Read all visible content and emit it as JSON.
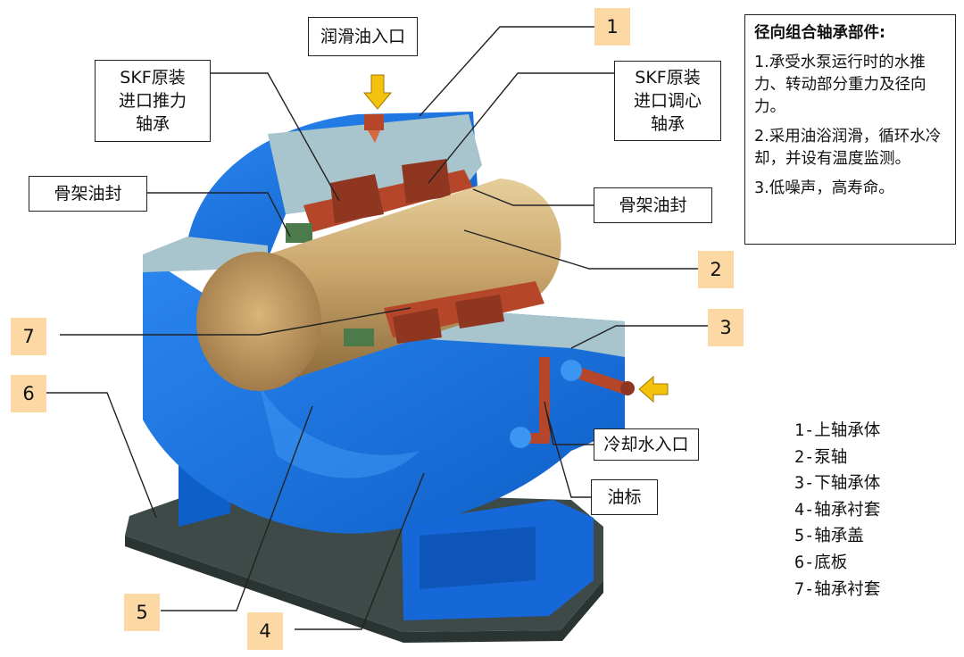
{
  "callouts": {
    "oil_inlet": "润滑油入口",
    "skf_thrust": "SKF原装\n进口推力\n轴承",
    "skf_self_align": "SKF原装\n进口调心\n轴承",
    "oil_seal_left": "骨架油封",
    "oil_seal_right": "骨架油封",
    "cooling_water_inlet": "冷却水入口",
    "oil_gauge": "油标"
  },
  "number_tags": [
    "1",
    "2",
    "3",
    "4",
    "5",
    "6",
    "7"
  ],
  "description": {
    "title": "径向组合轴承部件:",
    "items": [
      "1.承受水泵运行时的水推力、转动部分重力及径向力。",
      "2.采用油浴润滑，循环水冷却，并设有温度监测。",
      "3.低噪声，高寿命。"
    ]
  },
  "legend": [
    "1-上轴承体",
    "2-泵轴",
    "3-下轴承体",
    "4-轴承衬套",
    "5-轴承盖",
    "6-底板",
    "7-轴承衬套"
  ],
  "colors": {
    "housing_blue": "#1a73e6",
    "housing_dark_blue": "#0d55b8",
    "cut_face": "#a8c4cc",
    "shaft_tan": "#c8a46a",
    "bearing_red": "#b5462a",
    "base_plate": "#3d4a48",
    "tag_fill": "#fcd9a4",
    "arrow_yellow": "#f4c20d"
  }
}
